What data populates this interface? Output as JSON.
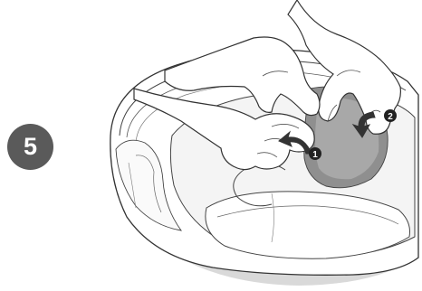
{
  "step": {
    "number": "5"
  },
  "callouts": [
    {
      "label": "1"
    },
    {
      "label": "2"
    }
  ],
  "colors": {
    "badge": "#5a5a5a",
    "stroke": "#333333",
    "fill": "#ffffff"
  }
}
